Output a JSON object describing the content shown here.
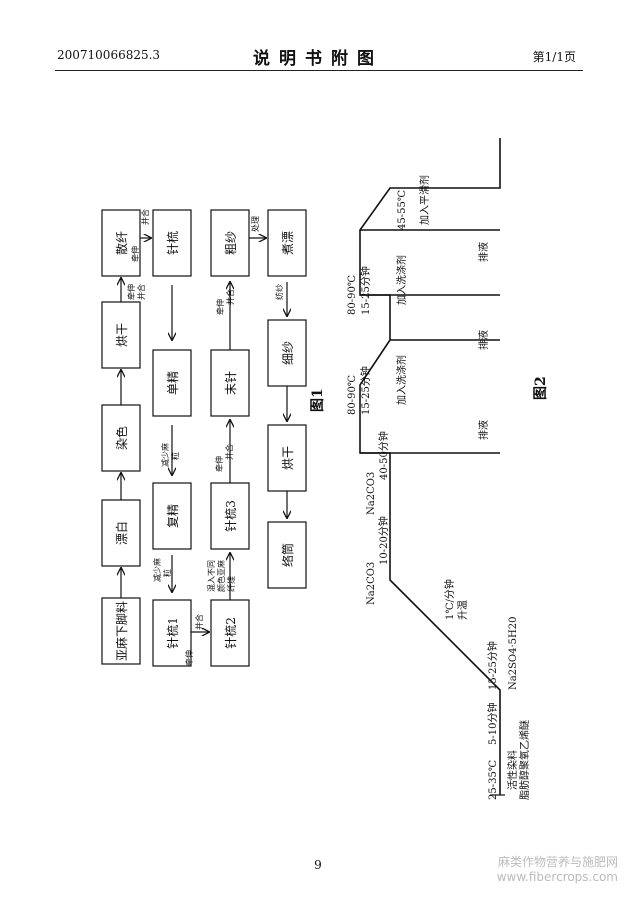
{
  "header": {
    "doc_number": "200710066825.3",
    "title": "说明书附图",
    "page": "第1/1页"
  },
  "figure1": {
    "caption": "图1",
    "boxes": {
      "b1": "亚麻下脚料",
      "b2": "漂白",
      "b3": "染色",
      "b4": "烘干",
      "b5": "散纤",
      "b6": "针梳",
      "b7": "单精",
      "b8": "复精",
      "b9": "针梳1",
      "b10": "针梳2",
      "b11": "针梳3",
      "b12": "末针",
      "b13": "粗纱",
      "b14": "煮漂",
      "b15": "细纱",
      "b16": "烘干",
      "b17": "络筒"
    },
    "labels": {
      "l1a": "牵伸",
      "l1b": "并合",
      "l2a": "牵伸",
      "l2b": "并合",
      "l3a": "减少麻",
      "l3b": "粒",
      "l4a": "减少麻",
      "l4b": "粒",
      "l5a": "牵伸",
      "l5b": "并合",
      "l6a": "混入不同",
      "l6b": "颜色亚麻",
      "l6c": "纤维",
      "l7a": "牵伸",
      "l7b": "并合",
      "l8a": "牵伸",
      "l8b": "并合",
      "l9": "纺纱",
      "l10": "处理"
    }
  },
  "figure2": {
    "caption": "图2",
    "labels": {
      "t1": "25-35℃",
      "t2": "活性染料",
      "t3": "脂肪醇聚氧乙烯醚",
      "t4": "5-10分钟",
      "t5": "15-25分钟",
      "t6": "Na2SO4·5H20",
      "t7": "1℃/分钟",
      "t8": "升温",
      "t9": "Na2CO3",
      "t10": "10-20分钟",
      "t11": "Na2CO3",
      "t12": "40-50分钟",
      "t13": "排液",
      "t14": "80-90℃",
      "t15": "15-25分钟",
      "t16": "加入洗涤剂",
      "t17": "排液",
      "t18": "80-90℃",
      "t19": "15-25分钟",
      "t20": "加入洗涤剂",
      "t21": "排液",
      "t22": "45-55℃",
      "t23": "加入平滑剂"
    }
  },
  "page_number": "9",
  "watermark": {
    "line1": "麻类作物营养与施肥网",
    "line2": "www.fibercrops.com"
  }
}
